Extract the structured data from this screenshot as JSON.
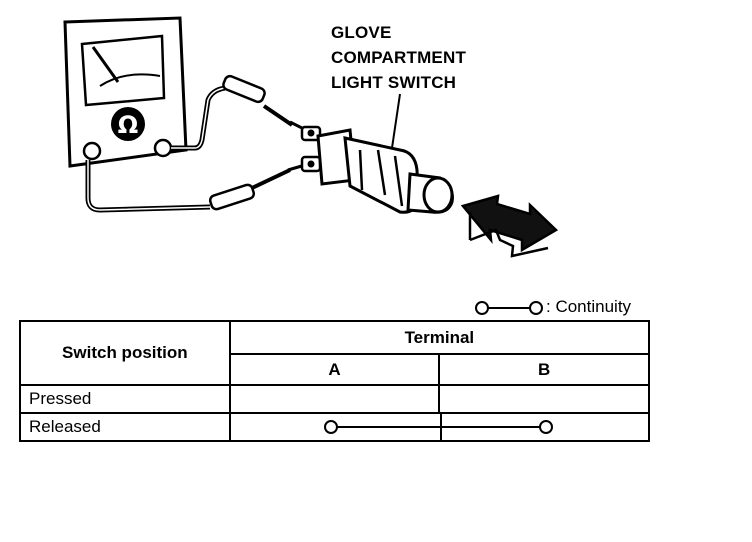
{
  "callout": {
    "lines": [
      "GLOVE",
      "COMPARTMENT",
      "LIGHT SWITCH"
    ]
  },
  "meter": {
    "symbol": "Ω"
  },
  "legend": {
    "label": ": Continuity"
  },
  "table": {
    "switch_header": "Switch position",
    "terminal_header": "Terminal",
    "columns": [
      "A",
      "B"
    ],
    "rows": [
      {
        "label": "Pressed",
        "continuity": false
      },
      {
        "label": "Released",
        "continuity": true
      }
    ]
  }
}
